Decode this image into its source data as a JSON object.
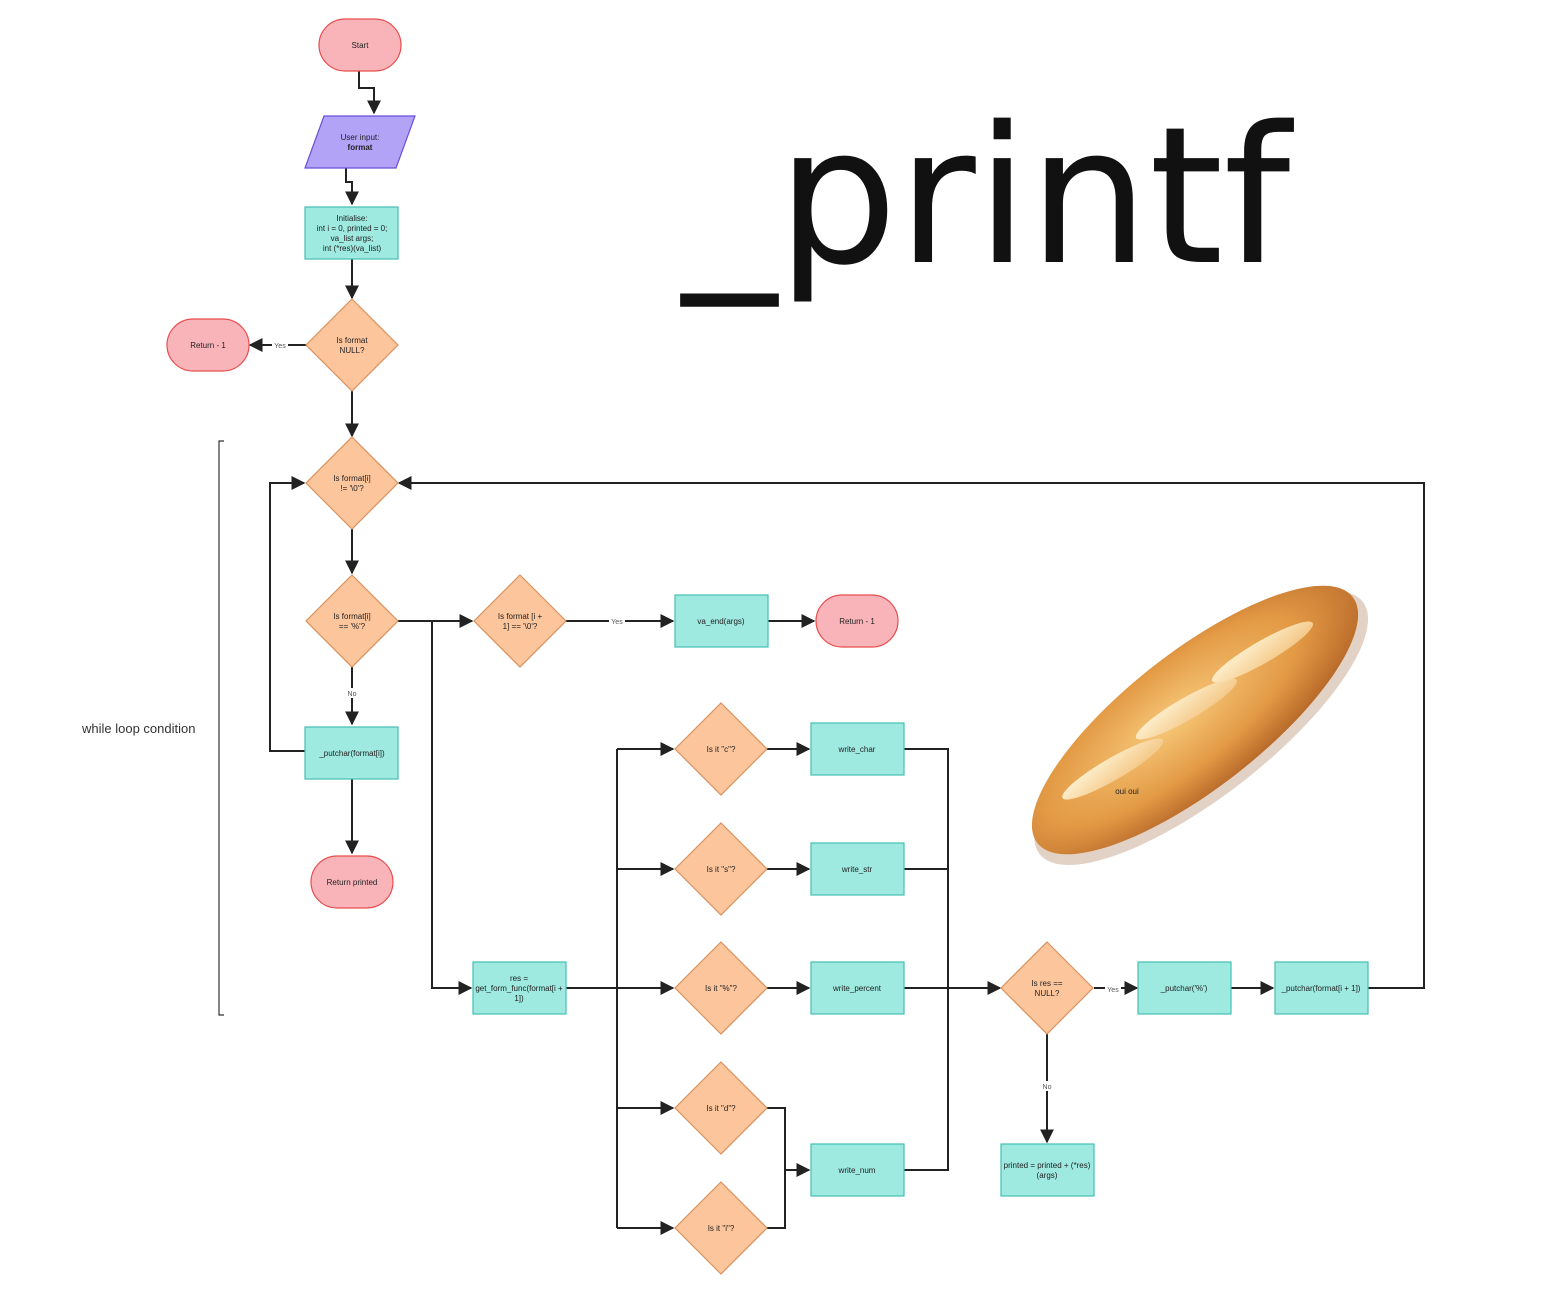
{
  "title": "_printf",
  "loop_label": "while loop condition",
  "bread_caption": "oui oui",
  "colors": {
    "terminal_fill": "#f9b4ba",
    "terminal_stroke": "#e84d4d",
    "io_fill": "#b3a3f7",
    "io_stroke": "#6a4fd6",
    "process_fill": "#9ee9e0",
    "process_stroke": "#45bfb2",
    "decision_fill": "#fdc59c",
    "decision_stroke": "#d9915d",
    "edge": "#222222"
  },
  "nodes": {
    "start": {
      "lines": [
        "Start"
      ]
    },
    "user_input": {
      "lines": [
        "User input:",
        "format"
      ]
    },
    "initialise": {
      "lines": [
        "Initialise:",
        "int i = 0, printed = 0;",
        "va_list args;",
        "int (*res)(va_list)"
      ]
    },
    "is_null": {
      "lines": [
        "Is format",
        "NULL?"
      ]
    },
    "return_neg1_a": {
      "lines": [
        "Return - 1"
      ]
    },
    "is_not_end": {
      "lines": [
        "Is format[i]",
        "!= '\\0'?"
      ]
    },
    "is_percent": {
      "lines": [
        "Is format[i]",
        "== '%'?"
      ]
    },
    "is_next_end": {
      "lines": [
        "Is format [i +",
        "1] == '\\0'?"
      ]
    },
    "va_end": {
      "lines": [
        "va_end(args)"
      ]
    },
    "return_neg1_b": {
      "lines": [
        "Return - 1"
      ]
    },
    "putchar_i": {
      "lines": [
        "_putchar(format[i])"
      ]
    },
    "return_printed": {
      "lines": [
        "Return printed"
      ]
    },
    "get_form": {
      "lines": [
        "res =",
        "get_form_func(format[i +",
        "1])"
      ]
    },
    "is_c": {
      "lines": [
        "Is it \"c\"?"
      ]
    },
    "is_s": {
      "lines": [
        "Is it \"s\"?"
      ]
    },
    "is_pct": {
      "lines": [
        "Is it \"%\"?"
      ]
    },
    "is_d": {
      "lines": [
        "Is it \"d\"?"
      ]
    },
    "is_i": {
      "lines": [
        "Is it \"i\"?"
      ]
    },
    "write_char": {
      "lines": [
        "write_char"
      ]
    },
    "write_str": {
      "lines": [
        "write_str"
      ]
    },
    "write_percent": {
      "lines": [
        "write_percent"
      ]
    },
    "write_num": {
      "lines": [
        "write_num"
      ]
    },
    "is_res_null": {
      "lines": [
        "Is res ==",
        "NULL?"
      ]
    },
    "putchar_pct": {
      "lines": [
        "_putchar('%')"
      ]
    },
    "putchar_next": {
      "lines": [
        "_putchar(format[i + 1])"
      ]
    },
    "printed_add": {
      "lines": [
        "printed = printed + (*res)",
        "(args)"
      ]
    }
  },
  "edge_labels": {
    "is_null_yes": "Yes",
    "is_percent_no": "No",
    "is_next_end_yes": "Yes",
    "is_res_null_yes": "Yes",
    "is_res_null_no": "No"
  }
}
